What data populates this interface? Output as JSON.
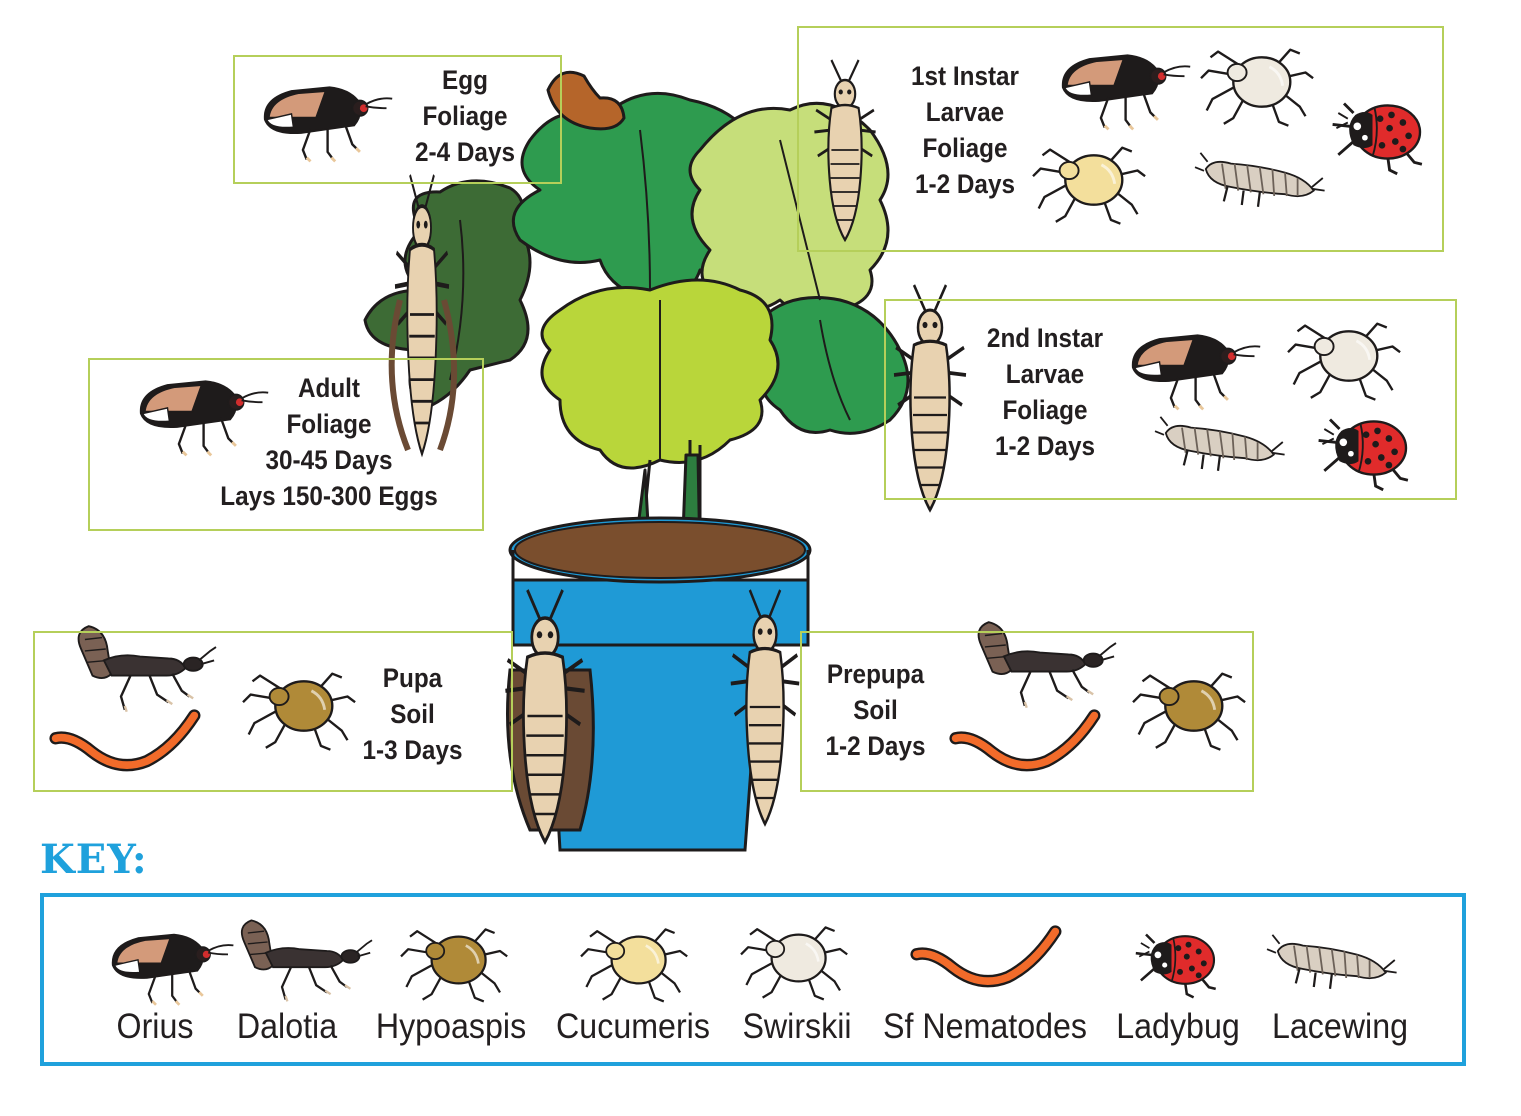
{
  "stages": {
    "egg": [
      "Egg",
      "Foliage",
      "2-4 Days"
    ],
    "first_instar": [
      "1st Instar",
      "Larvae",
      "Foliage",
      "1-2 Days"
    ],
    "second_instar": [
      "2nd Instar",
      "Larvae",
      "Foliage",
      "1-2 Days"
    ],
    "adult": [
      "Adult",
      "Foliage",
      "30-45 Days",
      "Lays 150-300 Eggs"
    ],
    "pupa": [
      "Pupa",
      "Soil",
      "1-3 Days"
    ],
    "prepupa": [
      "Prepupa",
      "Soil",
      "1-2 Days"
    ]
  },
  "key": {
    "title": "KEY:",
    "items": [
      "Orius",
      "Dalotia",
      "Hypoaspis",
      "Cucumeris",
      "Swirskii",
      "Sf Nematodes",
      "Ladybug",
      "Lacewing"
    ]
  },
  "colors": {
    "box_border": "#b5cf5a",
    "key_accent": "#1fa1dc",
    "pot_blue": "#1f9ad6",
    "soil": "#7a4e2d",
    "leaf_dark": "#3d6b35",
    "leaf_mid": "#2e9b4f",
    "leaf_light": "#c6de7a",
    "leaf_lime": "#b9d63a",
    "thrips_body": "#e8d2b0",
    "ladybug_red": "#e02b2b",
    "nematode_orange": "#f26b2a"
  },
  "icons": [
    "orius-icon",
    "dalotia-icon",
    "hypoaspis-icon",
    "cucumeris-icon",
    "swirskii-icon",
    "nematode-icon",
    "ladybug-icon",
    "lacewing-larva-icon",
    "thrips-icon",
    "thrips-egg-icon",
    "plant-icon",
    "flower-pot-icon"
  ]
}
